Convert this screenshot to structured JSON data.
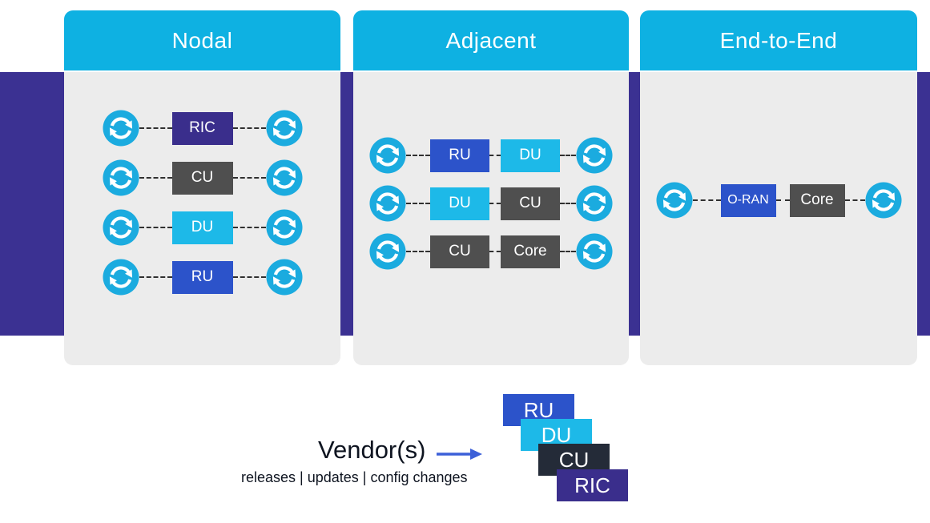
{
  "palette": {
    "cyan_header": "#0eb1e2",
    "cyan_icon": "#1babdf",
    "cyan_box": "#1db9e8",
    "blue_box": "#2c53ca",
    "gray_box": "#4f4f4f",
    "purple_box": "#3a2e8c",
    "purple_band": "#3b3192",
    "dark_box": "#242b38",
    "arrow_blue": "#3c60d8",
    "text_dark": "#0e1420",
    "panel_body": "#ececec",
    "dash": "#303030"
  },
  "icons": {
    "sync": "circular-sync-arrows",
    "arrow": "right-arrow"
  },
  "panels": [
    {
      "title": "Nodal",
      "rows": [
        {
          "boxes": [
            {
              "label": "RIC",
              "color": "purple"
            }
          ]
        },
        {
          "boxes": [
            {
              "label": "CU",
              "color": "gray"
            }
          ]
        },
        {
          "boxes": [
            {
              "label": "DU",
              "color": "cyan"
            }
          ]
        },
        {
          "boxes": [
            {
              "label": "RU",
              "color": "blue"
            }
          ]
        }
      ]
    },
    {
      "title": "Adjacent",
      "rows": [
        {
          "boxes": [
            {
              "label": "RU",
              "color": "blue"
            },
            {
              "label": "DU",
              "color": "cyan"
            }
          ]
        },
        {
          "boxes": [
            {
              "label": "DU",
              "color": "cyan"
            },
            {
              "label": "CU",
              "color": "gray"
            }
          ]
        },
        {
          "boxes": [
            {
              "label": "CU",
              "color": "gray"
            },
            {
              "label": "Core",
              "color": "gray"
            }
          ]
        }
      ]
    },
    {
      "title": "End-to-End",
      "rows": [
        {
          "boxes": [
            {
              "label": "O-RAN",
              "color": "blue"
            },
            {
              "label": "Core",
              "color": "gray"
            }
          ]
        }
      ]
    }
  ],
  "legend": {
    "title": "Vendor(s)",
    "subtitle": "releases | updates | config changes",
    "stack": [
      {
        "label": "RU",
        "color": "blue"
      },
      {
        "label": "DU",
        "color": "cyan"
      },
      {
        "label": "CU",
        "color": "dark"
      },
      {
        "label": "RIC",
        "color": "purple"
      }
    ]
  }
}
